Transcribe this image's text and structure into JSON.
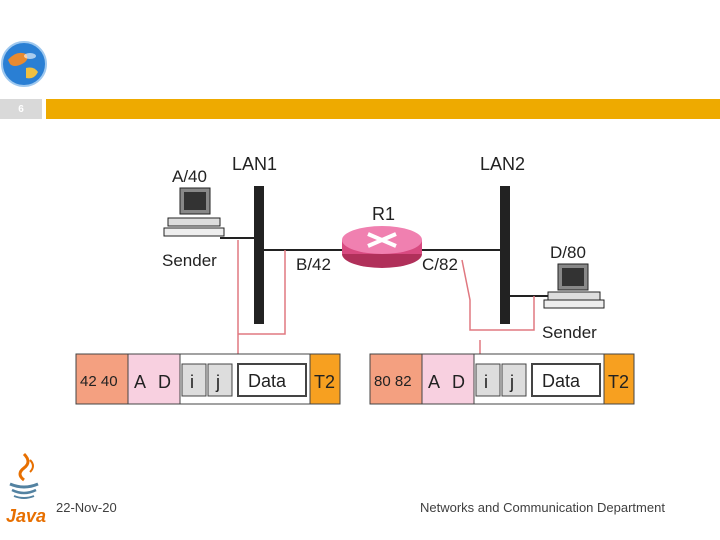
{
  "slide": {
    "number": "6"
  },
  "diagram": {
    "lan1": "LAN1",
    "lan2": "LAN2",
    "router": "R1",
    "host_a": {
      "addr": "A/40",
      "role": "Sender"
    },
    "host_d": {
      "addr": "D/80",
      "role": "Sender"
    },
    "iface_b": "B/42",
    "iface_c": "C/82",
    "frame1": {
      "mac": "42 40",
      "a": "A",
      "d": "D",
      "i": "i",
      "j": "j",
      "data": "Data",
      "trailer": "T2"
    },
    "frame2": {
      "mac": "80 82",
      "a": "A",
      "d": "D",
      "i": "i",
      "j": "j",
      "data": "Data",
      "trailer": "T2"
    }
  },
  "footer": {
    "date": "22-Nov-20",
    "department": "Networks and Communication Department",
    "java_label": "Java"
  },
  "colors": {
    "bar": "#eeaa00",
    "mac_box": "#f4a080",
    "addr_box": "#f8d0e0",
    "trailer": "#f7a020",
    "link_line": "#e07880"
  }
}
